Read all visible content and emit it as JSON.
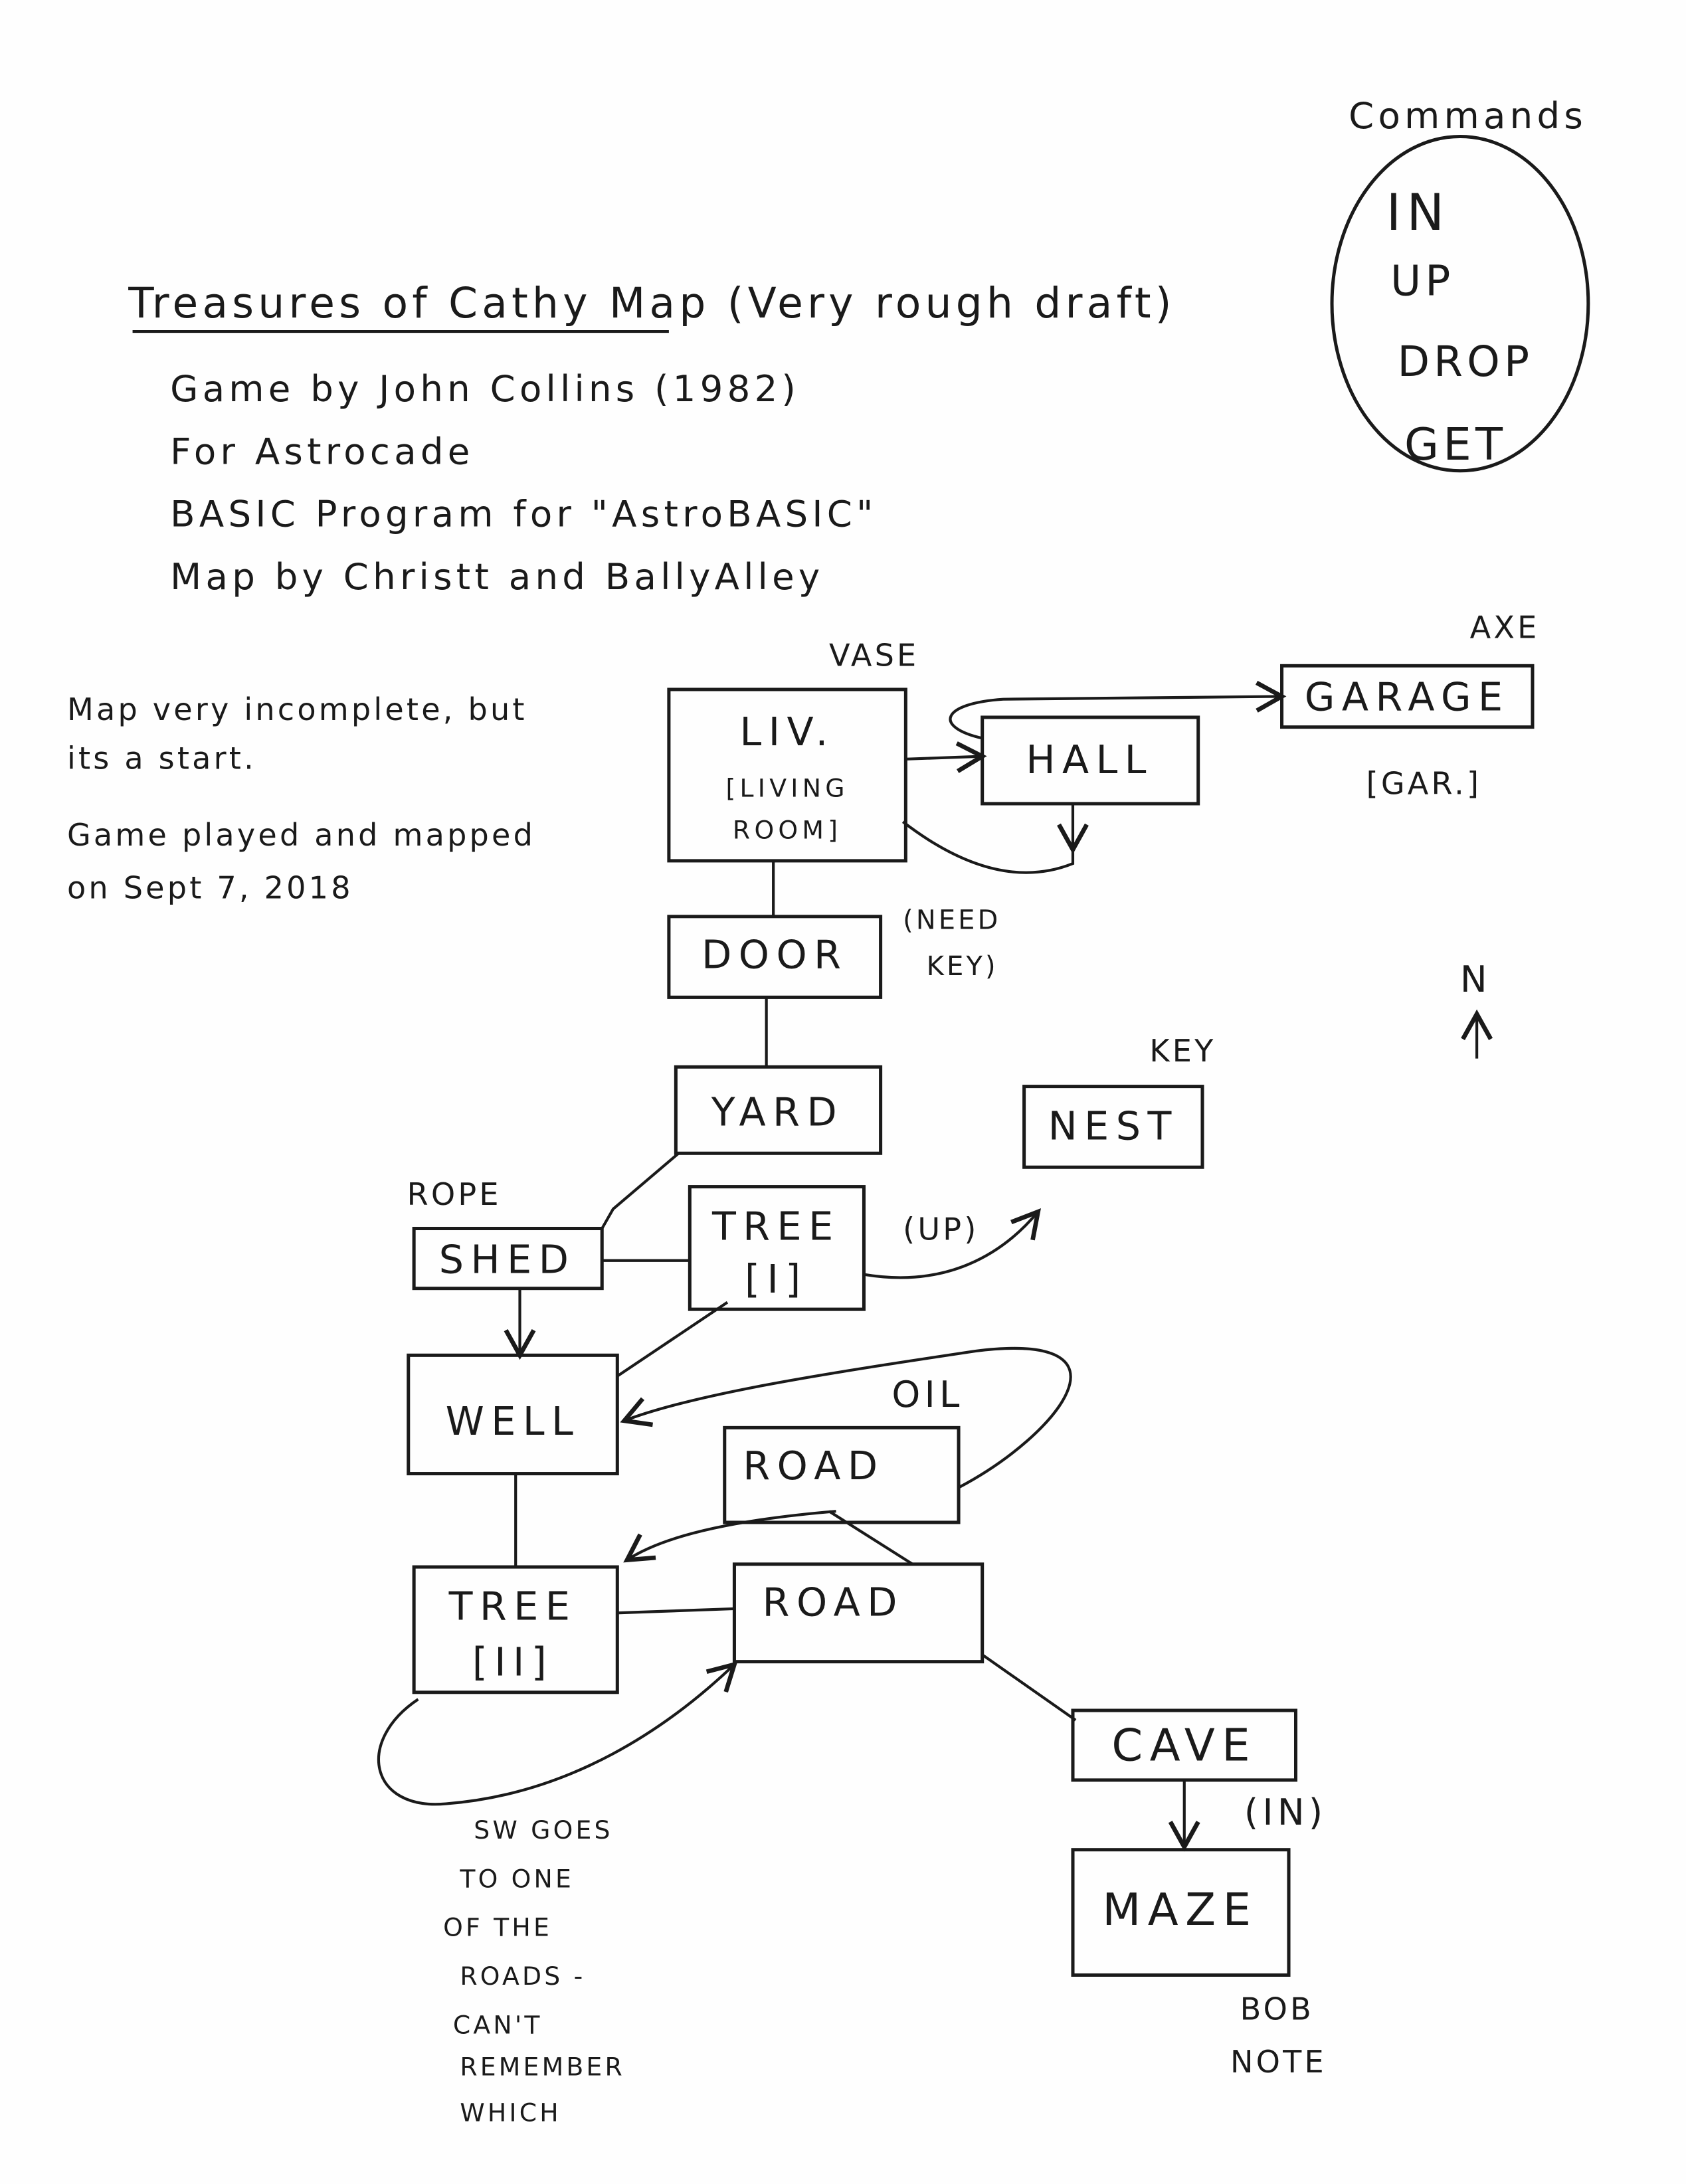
{
  "commands": {
    "title": "Commands",
    "items": [
      "IN",
      "UP",
      "DROP",
      "GET"
    ]
  },
  "header": {
    "title": "Treasures of Cathy Map (Very rough draft)",
    "lines": [
      "Game by John Collins (1982)",
      "For Astrocade",
      "BASIC Program for \"AstroBASIC\"",
      "Map by Christt and BallyAlley"
    ]
  },
  "notes": [
    "Map very incomplete, but",
    "its a start.",
    "Game played and mapped",
    "on Sept 7, 2018"
  ],
  "compass": {
    "label": "N"
  },
  "rooms": {
    "living": {
      "name": "LIV.",
      "full1": "[LIVING",
      "full2": "ROOM]",
      "item": "VASE"
    },
    "hall": {
      "name": "HALL"
    },
    "garage": {
      "name": "GARAGE",
      "abbr": "[GAR.]",
      "item": "AXE"
    },
    "door": {
      "name": "DOOR",
      "note1": "(NEED",
      "note2": "KEY)"
    },
    "yard": {
      "name": "YARD"
    },
    "nest": {
      "name": "NEST",
      "item": "KEY"
    },
    "shed": {
      "name": "SHED",
      "item": "ROPE"
    },
    "tree1": {
      "name": "TREE",
      "num": "[I]",
      "exit": "(UP)"
    },
    "well": {
      "name": "WELL"
    },
    "road1": {
      "name": "ROAD",
      "item": "OIL"
    },
    "tree2": {
      "name": "TREE",
      "num": "[II]"
    },
    "road2": {
      "name": "ROAD"
    },
    "cave": {
      "name": "CAVE",
      "exit": "(IN)"
    },
    "maze": {
      "name": "MAZE",
      "item1": "BOB",
      "item2": "NOTE"
    }
  },
  "sw_note": [
    "SW GOES",
    "TO ONE",
    "OF THE",
    "ROADS -",
    "CAN'T",
    "REMEMBER",
    "WHICH"
  ]
}
